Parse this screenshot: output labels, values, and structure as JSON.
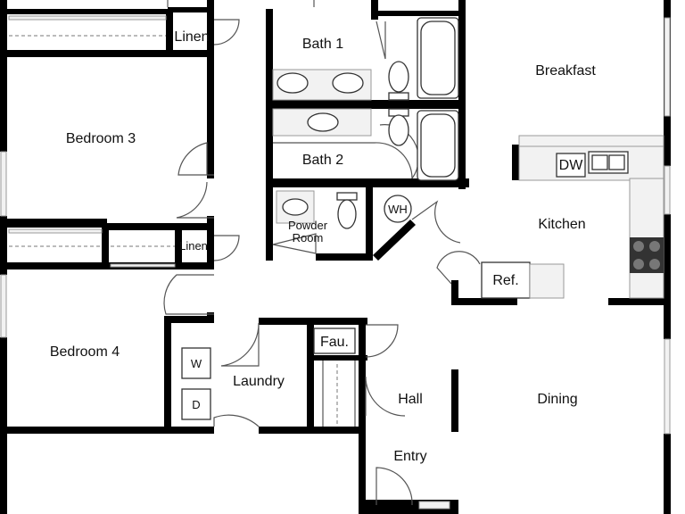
{
  "rooms": {
    "linen_1": "Linen",
    "bath_1": "Bath 1",
    "breakfast": "Breakfast",
    "bedroom_3": "Bedroom 3",
    "bath_2": "Bath 2",
    "dw": "DW",
    "wh": "WH",
    "kitchen": "Kitchen",
    "powder_1": "Powder",
    "powder_2": "Room",
    "linen_2": "Linen",
    "ref": "Ref.",
    "bedroom_4": "Bedroom 4",
    "fau": "Fau.",
    "washer": "W",
    "dryer": "D",
    "laundry": "Laundry",
    "hall": "Hall",
    "dining": "Dining",
    "entry": "Entry"
  }
}
